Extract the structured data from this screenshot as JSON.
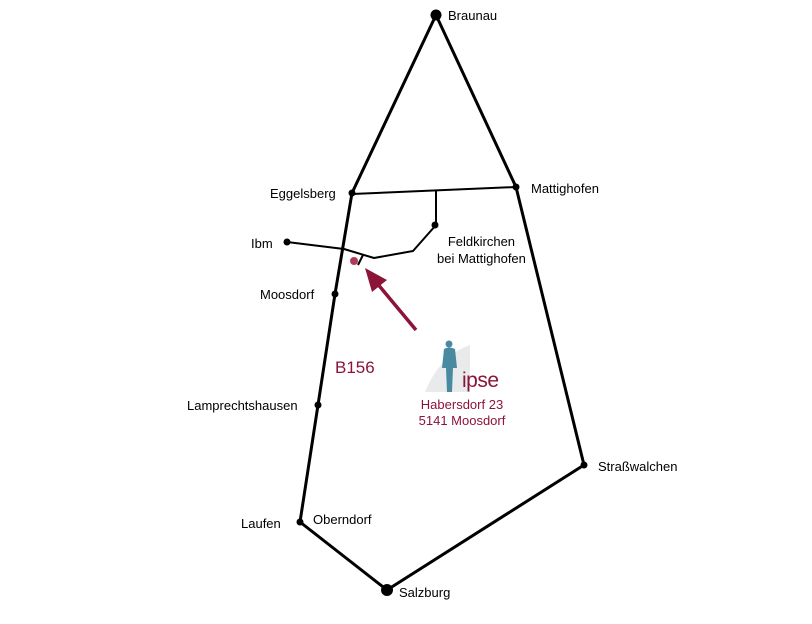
{
  "colors": {
    "road": "#000000",
    "accent": "#8b1538",
    "logo_figure": "#4a8aa0"
  },
  "places": {
    "braunau": "Braunau",
    "eggelsberg": "Eggelsberg",
    "mattighofen": "Mattighofen",
    "ibm": "Ibm",
    "feldkirchen_line1": "Feldkirchen",
    "feldkirchen_line2": "bei Mattighofen",
    "moosdorf": "Moosdorf",
    "lamprechtshausen": "Lamprechtshausen",
    "strasswalchen": "Straßwalchen",
    "laufen": "Laufen",
    "oberndorf": "Oberndorf",
    "salzburg": "Salzburg"
  },
  "road_label": "B156",
  "logo": {
    "text": "ipse"
  },
  "address": {
    "line1": "Habersdorf 23",
    "line2": "5141 Moosdorf"
  }
}
